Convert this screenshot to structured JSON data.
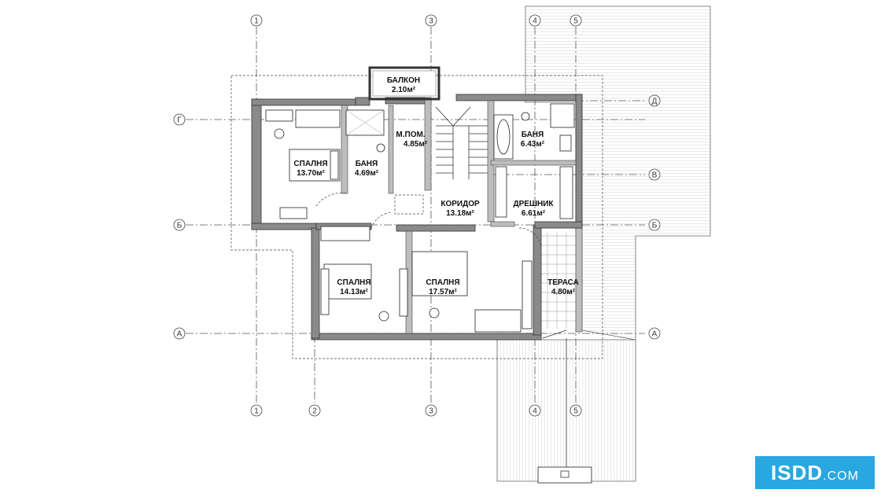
{
  "rooms": [
    {
      "name": "БАЛКОН",
      "area": "2.10м²"
    },
    {
      "name": "СПАЛНЯ",
      "area": "13.70м²"
    },
    {
      "name": "БАНЯ",
      "area": "4.69м²"
    },
    {
      "name": "М.ПОМ.",
      "area": "4.85м²"
    },
    {
      "name": "БАНЯ",
      "area": "6.43м²"
    },
    {
      "name": "КОРИДОР",
      "area": "13.18м²"
    },
    {
      "name": "ДРЕШНИК",
      "area": "6.61м²"
    },
    {
      "name": "СПАЛНЯ",
      "area": "14.13м²"
    },
    {
      "name": "СПАЛНЯ",
      "area": "17.57м²"
    },
    {
      "name": "ТЕРАСА",
      "area": "4.80м²"
    }
  ],
  "axes": {
    "vertical": [
      "1",
      "2",
      "3",
      "4",
      "5"
    ],
    "horizontal": [
      "Г",
      "Д",
      "В",
      "Б",
      "А"
    ]
  },
  "logo": {
    "main": "ISDD",
    "suffix": ".COM"
  }
}
